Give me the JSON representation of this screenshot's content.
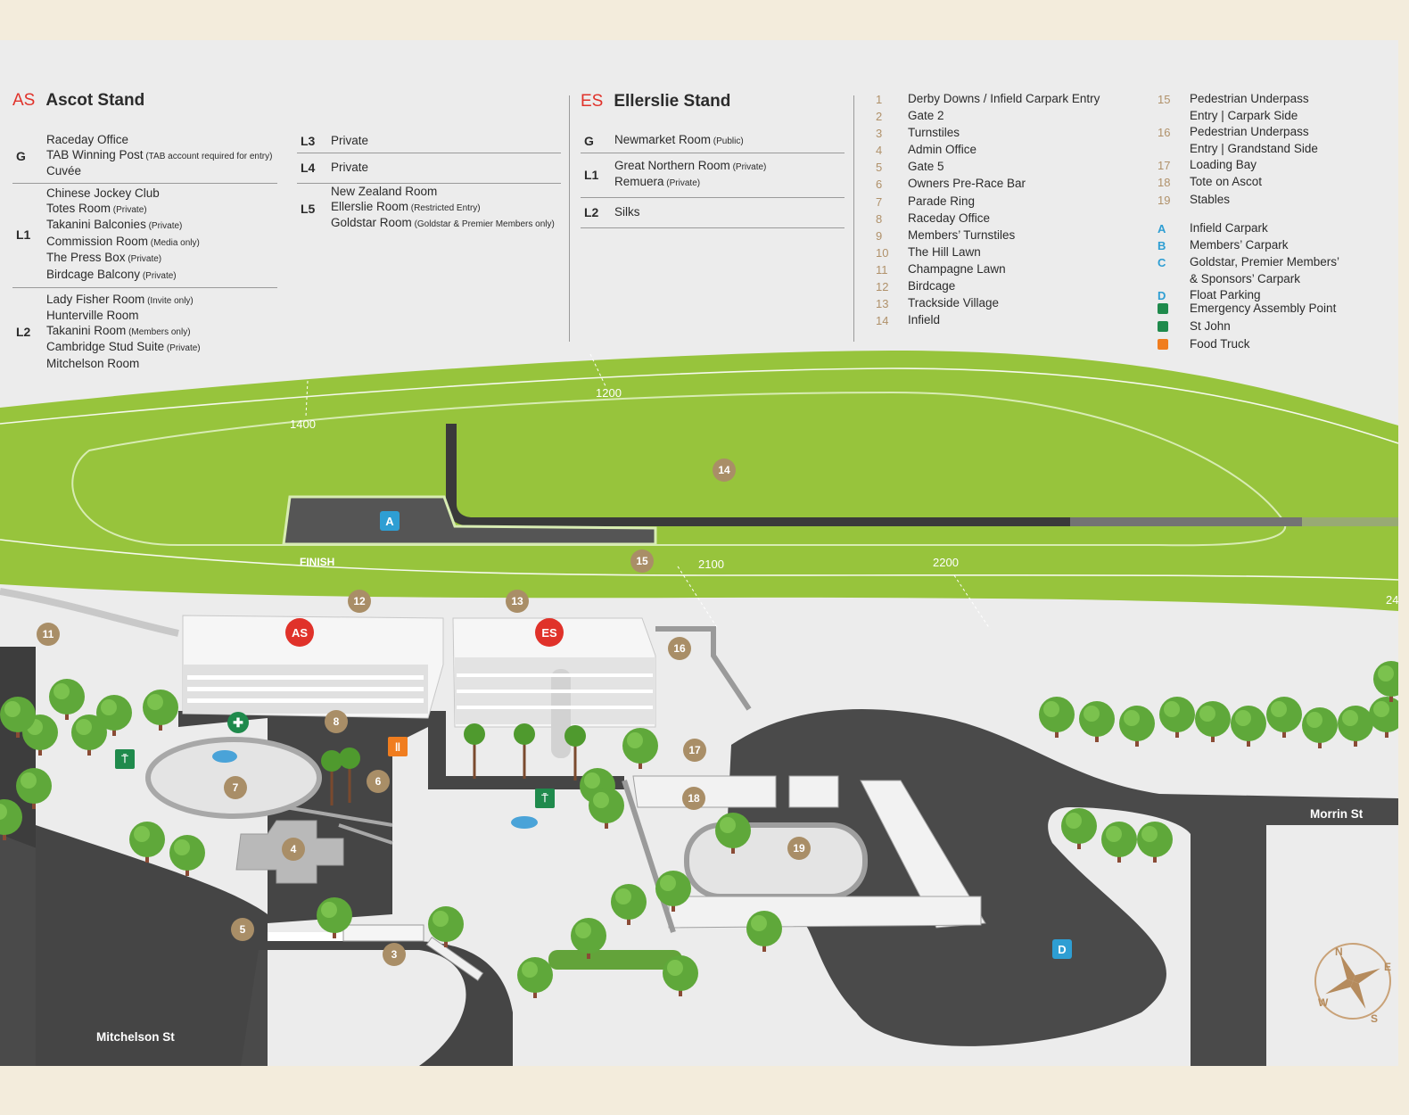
{
  "ascot_stand": {
    "code": "AS",
    "title": "Ascot Stand",
    "left_rows": [
      {
        "level": "G",
        "lines": [
          {
            "text": "Raceday Office",
            "note": ""
          },
          {
            "text": "TAB Winning Post",
            "note": "(TAB account required for entry)"
          },
          {
            "text": "Cuvée",
            "note": ""
          }
        ]
      },
      {
        "level": "L1",
        "lines": [
          {
            "text": "Chinese Jockey Club",
            "note": ""
          },
          {
            "text": "Totes Room",
            "note": "(Private)"
          },
          {
            "text": "Takanini Balconies",
            "note": "(Private)"
          },
          {
            "text": "Commission Room",
            "note": "(Media only)"
          },
          {
            "text": "The Press Box",
            "note": "(Private)"
          },
          {
            "text": "Birdcage Balcony",
            "note": "(Private)"
          }
        ]
      },
      {
        "level": "L2",
        "lines": [
          {
            "text": "Lady Fisher Room",
            "note": "(Invite only)"
          },
          {
            "text": "Hunterville Room",
            "note": ""
          },
          {
            "text": "Takanini Room",
            "note": "(Members only)"
          },
          {
            "text": "Cambridge Stud Suite",
            "note": "(Private)"
          },
          {
            "text": "Mitchelson Room",
            "note": ""
          }
        ]
      }
    ],
    "right_rows": [
      {
        "level": "L3",
        "lines": [
          {
            "text": "Private",
            "note": ""
          }
        ]
      },
      {
        "level": "L4",
        "lines": [
          {
            "text": "Private",
            "note": ""
          }
        ]
      },
      {
        "level": "L5",
        "lines": [
          {
            "text": "New Zealand Room",
            "note": ""
          },
          {
            "text": "Ellerslie Room",
            "note": "(Restricted Entry)"
          },
          {
            "text": "Goldstar Room",
            "note": "(Goldstar & Premier Members only)"
          }
        ]
      }
    ]
  },
  "ellerslie_stand": {
    "code": "ES",
    "title": "Ellerslie Stand",
    "rows": [
      {
        "level": "G",
        "lines": [
          {
            "text": "Newmarket Room",
            "note": "(Public)"
          }
        ]
      },
      {
        "level": "L1",
        "lines": [
          {
            "text": "Great Northern Room",
            "note": "(Private)"
          },
          {
            "text": "Remuera",
            "note": "(Private)"
          }
        ]
      },
      {
        "level": "L2",
        "lines": [
          {
            "text": "Silks",
            "note": ""
          }
        ]
      }
    ]
  },
  "numbered_list_1": [
    {
      "num": "1",
      "label": "Derby Downs / Infield Carpark Entry"
    },
    {
      "num": "2",
      "label": "Gate 2"
    },
    {
      "num": "3",
      "label": "Turnstiles"
    },
    {
      "num": "4",
      "label": "Admin Office"
    },
    {
      "num": "5",
      "label": "Gate 5"
    },
    {
      "num": "6",
      "label": "Owners Pre-Race Bar"
    },
    {
      "num": "7",
      "label": "Parade Ring"
    },
    {
      "num": "8",
      "label": "Raceday Office"
    },
    {
      "num": "9",
      "label": "Members’ Turnstiles"
    },
    {
      "num": "10",
      "label": "The Hill Lawn"
    },
    {
      "num": "11",
      "label": "Champagne Lawn"
    },
    {
      "num": "12",
      "label": "Birdcage"
    },
    {
      "num": "13",
      "label": "Trackside Village"
    },
    {
      "num": "14",
      "label": "Infield"
    }
  ],
  "numbered_list_2": [
    {
      "num": "15",
      "label": "Pedestrian Underpass"
    },
    {
      "num": "",
      "label": "Entry | Carpark Side"
    },
    {
      "num": "16",
      "label": "Pedestrian Underpass"
    },
    {
      "num": "",
      "label": "Entry | Grandstand Side"
    },
    {
      "num": "17",
      "label": "Loading Bay"
    },
    {
      "num": "18",
      "label": "Tote on Ascot"
    },
    {
      "num": "19",
      "label": "Stables"
    }
  ],
  "lettered_list": [
    {
      "num": "A",
      "label": "Infield Carpark"
    },
    {
      "num": "B",
      "label": "Members’ Carpark"
    },
    {
      "num": "C",
      "label": "Goldstar, Premier Members’"
    },
    {
      "num": "",
      "label": "& Sponsors’ Carpark"
    },
    {
      "num": "D",
      "label": "Float Parking"
    }
  ],
  "icon_list": [
    {
      "icon": "emergency-assembly-icon",
      "label": "Emergency Assembly Point",
      "color": "#1f8a4c"
    },
    {
      "icon": "st-john-icon",
      "label": "St John",
      "color": "#1f8a4c"
    },
    {
      "icon": "food-truck-icon",
      "label": "Food Truck",
      "color": "#f07d1f"
    }
  ],
  "map": {
    "distance_markers": [
      "1200",
      "1400",
      "2100",
      "2200",
      "24"
    ],
    "finish_label": "FINISH",
    "streets": {
      "mitchelson": "Mitchelson St",
      "morrin": "Morrin St"
    },
    "stand_badges": [
      "AS",
      "ES"
    ],
    "markers": [
      "3",
      "4",
      "5",
      "6",
      "7",
      "8",
      "11",
      "12",
      "13",
      "14",
      "15",
      "16",
      "17",
      "18",
      "19"
    ],
    "carpark_badges": [
      "A",
      "D"
    ],
    "compass": [
      "N",
      "E",
      "S",
      "W"
    ],
    "colors": {
      "track": "#97c43c",
      "road": "#4f4f4f",
      "marker": "#a98e67",
      "badge_red": "#e0322a",
      "badge_blue": "#2e9ed3",
      "green_icon": "#1f8a4c",
      "orange_icon": "#f07d1f"
    }
  }
}
